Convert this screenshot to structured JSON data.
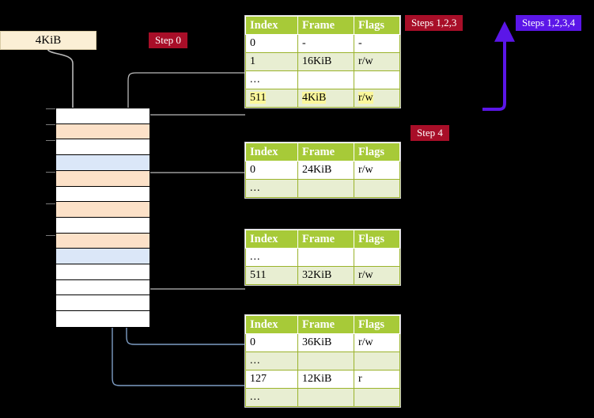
{
  "labels": {
    "size_box": "4KiB",
    "step0": "Step 0",
    "step4": "Step 4",
    "steps123": "Steps 1,2,3",
    "steps1234": "Steps 1,2,3,4"
  },
  "colors": {
    "badge_red": "#a80e28",
    "badge_violet": "#5b16e8",
    "table_header_green": "#a7ca38",
    "table_tint_row": "#e8eed2",
    "highlight_yellow": "#fbf79b",
    "mem_peach": "#fce1c8",
    "mem_blue": "#dbe7f8",
    "size_box_bg": "#fbefd5",
    "wire_gray": "#b9b9b9",
    "wire_blue": "#7e9dc4",
    "arrow_blue_dark": "#3a6ea5"
  },
  "memory_column": {
    "rows": [
      {
        "fill": "white"
      },
      {
        "fill": "peach"
      },
      {
        "fill": "white"
      },
      {
        "fill": "blue"
      },
      {
        "fill": "peach"
      },
      {
        "fill": "white"
      },
      {
        "fill": "peach"
      },
      {
        "fill": "white"
      },
      {
        "fill": "peach"
      },
      {
        "fill": "blue"
      },
      {
        "fill": "white"
      },
      {
        "fill": "white"
      },
      {
        "fill": "white"
      },
      {
        "fill": "white"
      }
    ]
  },
  "tables": [
    {
      "name": "page-table-level-1",
      "headers": [
        "Index",
        "Frame",
        "Flags"
      ],
      "rows": [
        {
          "style": "white",
          "highlight": false,
          "cells": [
            "0",
            "-",
            "-"
          ]
        },
        {
          "style": "tint",
          "highlight": false,
          "cells": [
            "1",
            "16KiB",
            "r/w"
          ]
        },
        {
          "style": "white",
          "highlight": false,
          "cells": [
            "...",
            "",
            ""
          ]
        },
        {
          "style": "tint",
          "highlight": true,
          "cells": [
            "511",
            "4KiB",
            "r/w"
          ]
        }
      ]
    },
    {
      "name": "page-table-level-2",
      "headers": [
        "Index",
        "Frame",
        "Flags"
      ],
      "rows": [
        {
          "style": "white",
          "highlight": false,
          "cells": [
            "0",
            "24KiB",
            "r/w"
          ]
        },
        {
          "style": "tint",
          "highlight": false,
          "cells": [
            "...",
            "",
            ""
          ]
        }
      ]
    },
    {
      "name": "page-table-level-3",
      "headers": [
        "Index",
        "Frame",
        "Flags"
      ],
      "rows": [
        {
          "style": "white",
          "highlight": false,
          "cells": [
            "...",
            "",
            ""
          ]
        },
        {
          "style": "tint",
          "highlight": false,
          "cells": [
            "511",
            "32KiB",
            "r/w"
          ]
        }
      ]
    },
    {
      "name": "page-table-level-4",
      "headers": [
        "Index",
        "Frame",
        "Flags"
      ],
      "rows": [
        {
          "style": "white",
          "highlight": false,
          "cells": [
            "0",
            "36KiB",
            "r/w"
          ]
        },
        {
          "style": "tint",
          "highlight": false,
          "cells": [
            "...",
            "",
            ""
          ]
        },
        {
          "style": "white",
          "highlight": false,
          "cells": [
            "127",
            "12KiB",
            "r"
          ]
        },
        {
          "style": "tint",
          "highlight": false,
          "cells": [
            "...",
            "",
            ""
          ]
        }
      ]
    }
  ]
}
